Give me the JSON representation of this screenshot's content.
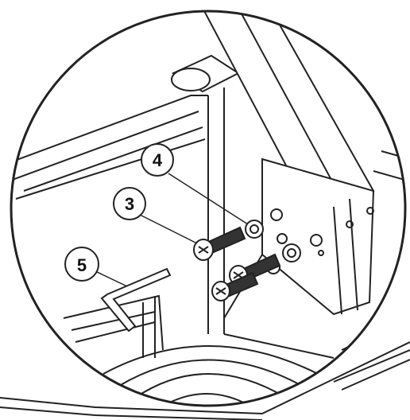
{
  "callouts": [
    {
      "id": "4",
      "label": "4",
      "part": "washer"
    },
    {
      "id": "3",
      "label": "3",
      "part": "bolt"
    },
    {
      "id": "5",
      "label": "5",
      "part": "hex-key"
    }
  ],
  "colors": {
    "line": "#222222",
    "background": "#ffffff",
    "shade": "#d9d9d9"
  }
}
